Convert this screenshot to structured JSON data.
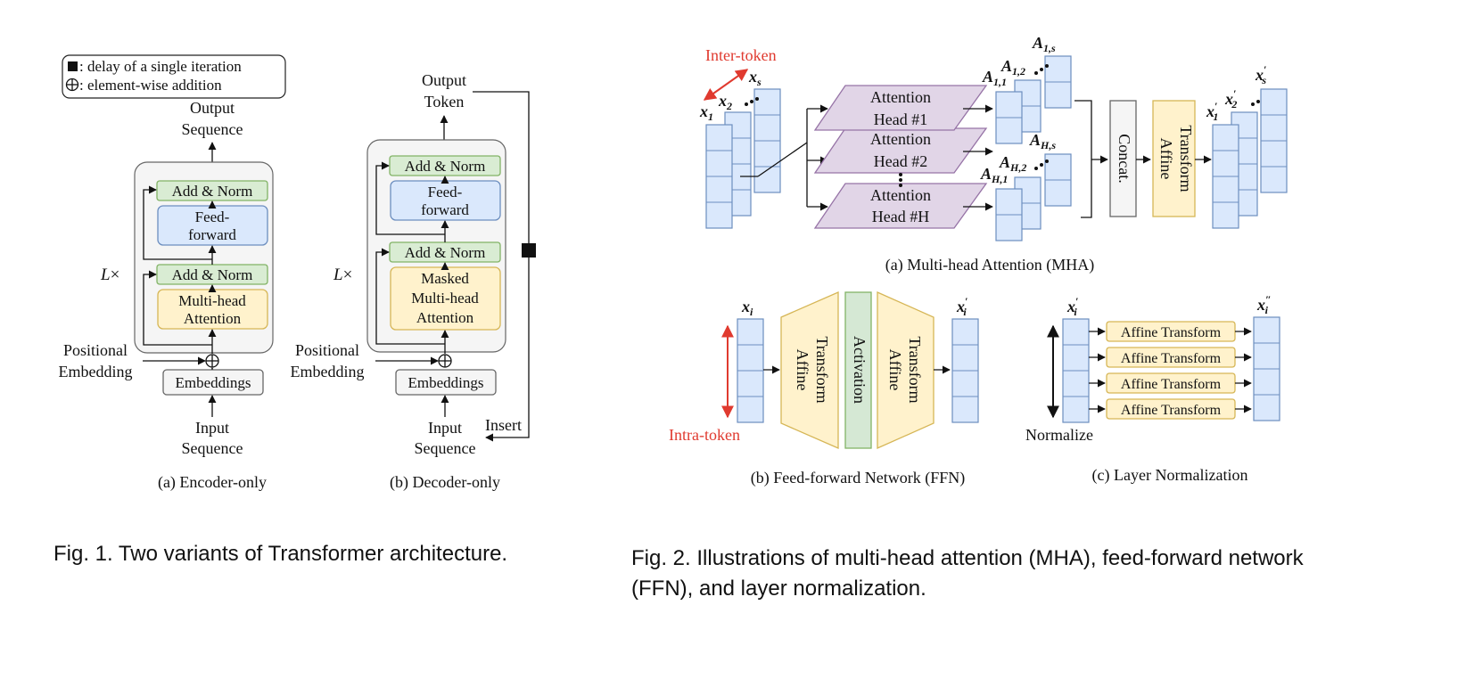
{
  "fig1": {
    "legend_delay": ": delay of a single iteration",
    "legend_add": ": element-wise addition",
    "enc": {
      "output_l1": "Output",
      "output_l2": "Sequence",
      "add_norm": "Add & Norm",
      "ff_l1": "Feed-",
      "ff_l2": "forward",
      "mha_l1": "Multi-head",
      "mha_l2": "Attention",
      "layers": "L",
      "pos_l1": "Positional",
      "pos_l2": "Embedding",
      "embeddings": "Embeddings",
      "input_l1": "Input",
      "input_l2": "Sequence",
      "caption": "(a) Encoder-only"
    },
    "dec": {
      "output_l1": "Output",
      "output_l2": "Token",
      "add_norm": "Add & Norm",
      "ff_l1": "Feed-",
      "ff_l2": "forward",
      "mmha_l1": "Masked",
      "mmha_l2": "Multi-head",
      "mmha_l3": "Attention",
      "layers": "L",
      "pos_l1": "Positional",
      "pos_l2": "Embedding",
      "embeddings": "Embeddings",
      "input_l1": "Input",
      "input_l2": "Sequence",
      "insert": "Insert",
      "caption": "(b) Decoder-only"
    },
    "caption": "Fig. 1.  Two variants of Transformer architecture."
  },
  "fig2": {
    "mha": {
      "inter_token": "Inter-token",
      "x1": "x",
      "x1_sub": "1",
      "x2": "x",
      "x2_sub": "2",
      "xs": "x",
      "xs_sub": "s",
      "head1_l1": "Attention",
      "head1_l2": "Head #1",
      "head2_l1": "Attention",
      "head2_l2": "Head #2",
      "headH_l1": "Attention",
      "headH_l2": "Head #",
      "headH_var": "H",
      "a11": "A",
      "a11_sub": "1,1",
      "a12": "A",
      "a12_sub": "1,2",
      "a1s": "A",
      "a1s_sub": "1,s",
      "aH1": "A",
      "aH1_sub": "H,1",
      "aH2": "A",
      "aH2_sub": "H,2",
      "aHs": "A",
      "aHs_sub": "H,s",
      "concat": "Concat.",
      "affine_l1": "Affine",
      "affine_l2": "Transform",
      "x1p": "x",
      "x1p_sub": "1",
      "x2p": "x",
      "x2p_sub": "2",
      "xsp": "x",
      "xsp_sub": "s",
      "caption": "(a) Multi-head Attention (MHA)"
    },
    "ffn": {
      "xi": "x",
      "xi_sub": "i",
      "xip": "x",
      "xip_sub": "i",
      "affine_l1": "Affine",
      "affine_l2": "Transform",
      "activation": "Activation",
      "intra_token": "Intra-token",
      "caption": "(b) Feed-forward Network (FFN)"
    },
    "ln": {
      "xip": "x",
      "xip_sub": "i",
      "xipp": "x",
      "xipp_sub": "i",
      "affine": "Affine Transform",
      "normalize": "Normalize",
      "caption": "(c) Layer Normalization"
    },
    "caption_l1": "Fig. 2.  Illustrations of multi-head attention (MHA), feed-forward network",
    "caption_l2": "(FFN), and layer normalization."
  },
  "colors": {
    "green_fill": "#d9ecd3",
    "green_stroke": "#82b366",
    "blue_fill": "#dae8fc",
    "blue_stroke": "#6c8ebf",
    "yellow_fill": "#fff2cc",
    "yellow_stroke": "#d6b656",
    "purple_fill": "#e1d5e7",
    "purple_stroke": "#9673a6",
    "gray_fill": "#f5f5f5",
    "gray_stroke": "#666666",
    "red": "#e03a2f"
  }
}
